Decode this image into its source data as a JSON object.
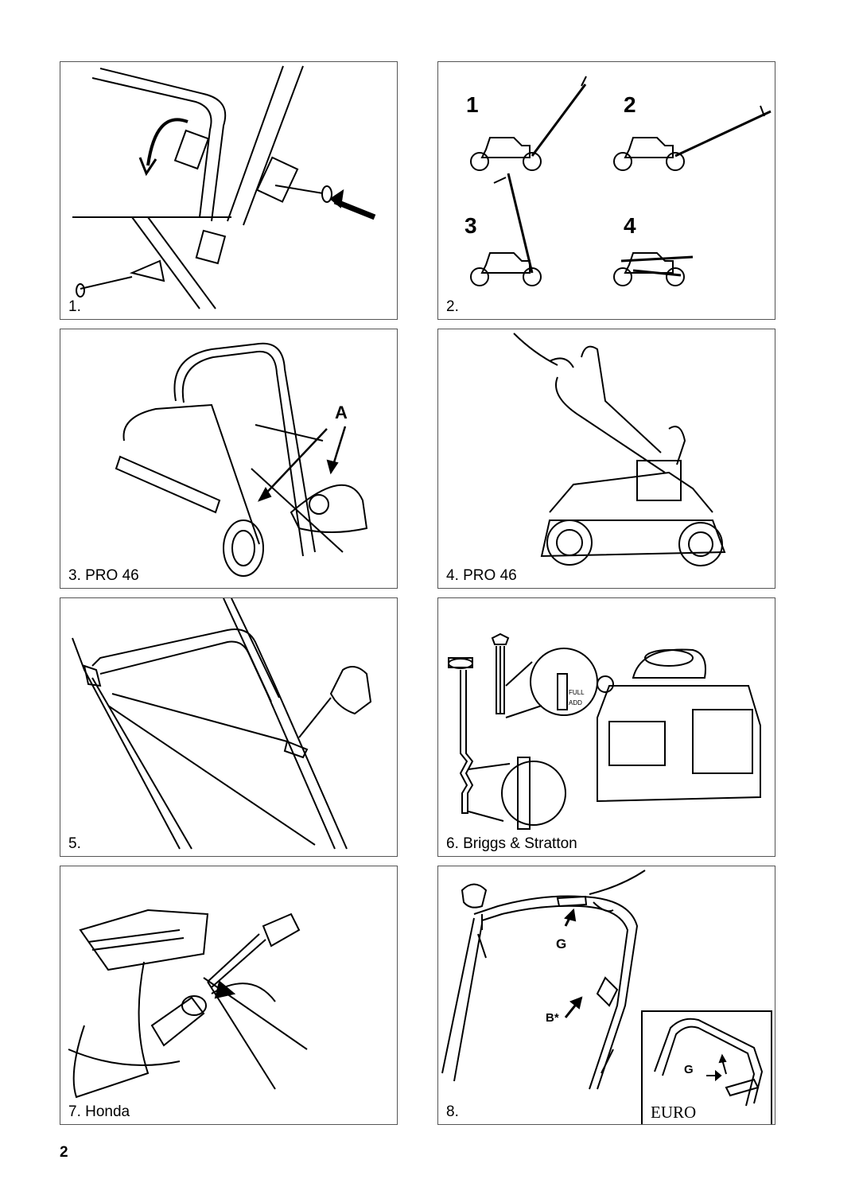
{
  "figures": [
    {
      "caption": "1."
    },
    {
      "caption": "2.",
      "positions": [
        "1",
        "2",
        "3",
        "4"
      ]
    },
    {
      "caption": "3. PRO 46",
      "callout": "A"
    },
    {
      "caption": "4. PRO 46"
    },
    {
      "caption": "5."
    },
    {
      "caption": "6. Briggs & Stratton",
      "dipstick_marks": {
        "full": "FULL",
        "add": "ADD"
      }
    },
    {
      "caption": "7. Honda"
    },
    {
      "caption": "8.",
      "callouts": {
        "g": "G",
        "b": "B*"
      },
      "inset_label": "EURO"
    }
  ],
  "page_number": "2"
}
